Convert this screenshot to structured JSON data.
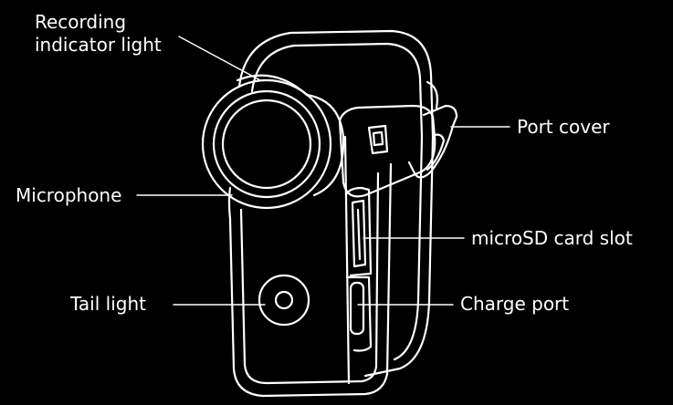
{
  "diagram": {
    "labels": {
      "recording_indicator": [
        "Recording",
        "indicator light"
      ],
      "port_cover": "Port cover",
      "microphone": "Microphone",
      "microsd_slot": "microSD card slot",
      "tail_light": "Tail light",
      "charge_port": "Charge port"
    },
    "colors": {
      "background": "#000000",
      "line": "#ffffff"
    }
  }
}
